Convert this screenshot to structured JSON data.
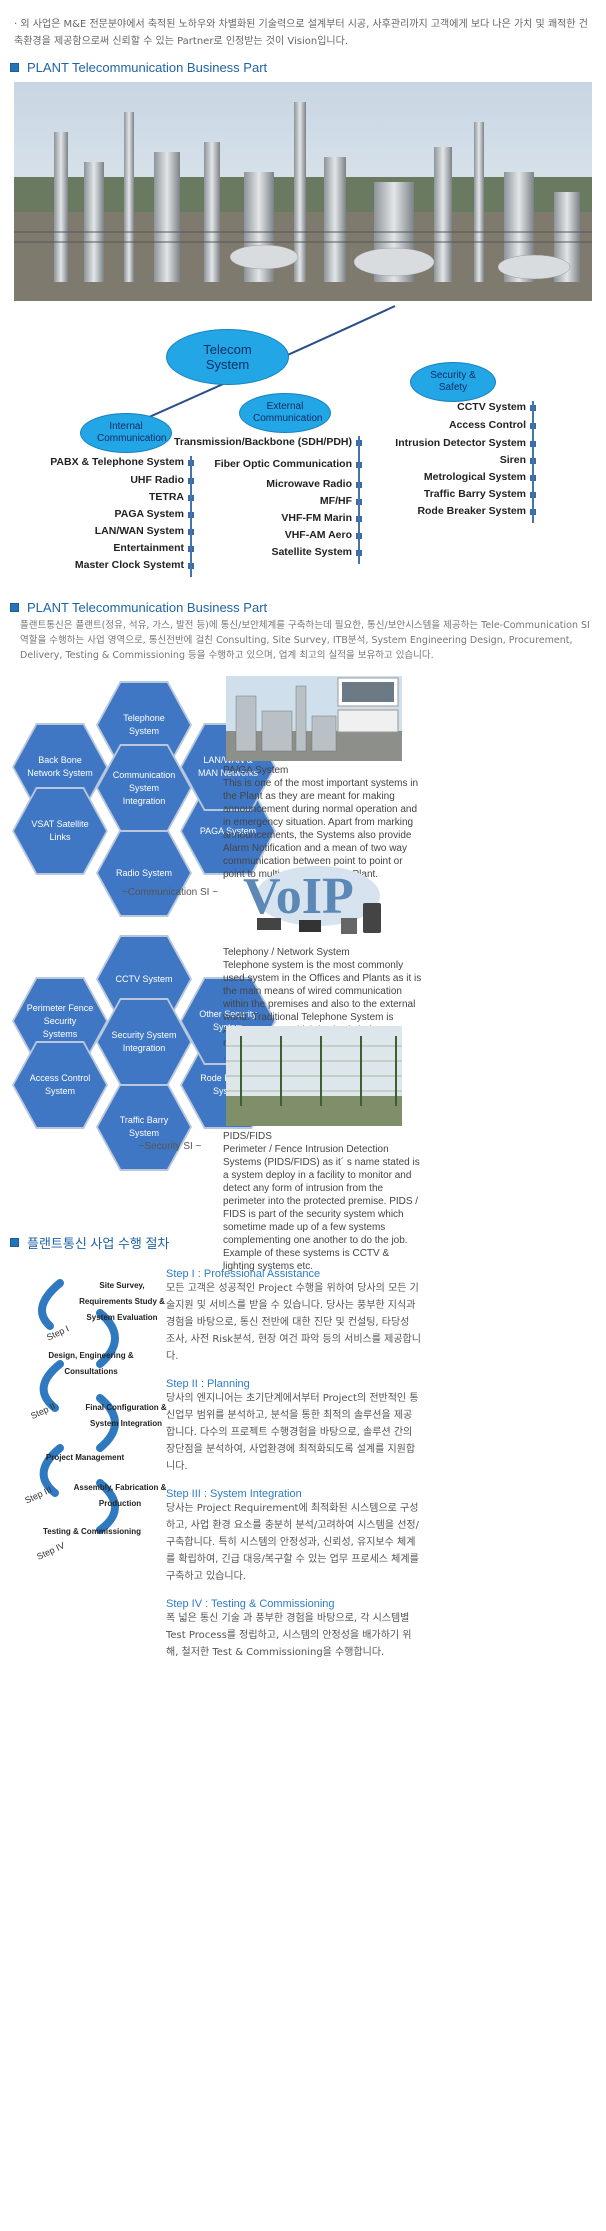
{
  "intro": {
    "text": "· 외 사업은 M&E 전문분야에서 축적된 노하우와 차별화된 기술력으로 설계부터 시공, 사후관리까지 고객에게 보다 나은 가치 및 쾌적한 건축환경을 제공함으로써 신뢰할 수 있는 Partner로 인정받는 것이 Vision입니다."
  },
  "section1": {
    "title": "PLANT Telecommunication Business Part"
  },
  "diagram": {
    "center": "Telecom System",
    "internal": {
      "title": "Internal Communication",
      "items": [
        "PABX & Telephone System",
        "UHF Radio",
        "TETRA",
        "PAGA System",
        "LAN/WAN System",
        "Entertainment",
        "Master Clock Systemt"
      ]
    },
    "external": {
      "title": "External Communication",
      "items": [
        "Transmission/Backbone (SDH/PDH)",
        "Fiber Optic Communication",
        "Microwave Radio",
        "MF/HF",
        "VHF-FM Marin",
        "VHF-AM Aero",
        "Satellite System"
      ]
    },
    "security": {
      "title": "Security & Safety",
      "items": [
        "CCTV System",
        "Access Control",
        "Intrusion Detector System",
        "Siren",
        "Metrological System",
        "Traffic Barry System",
        "Rode Breaker System"
      ]
    }
  },
  "section2": {
    "title": "PLANT Telecommunication Business Part",
    "body": "플랜트통신은 플랜트(정유, 석유, 가스, 발전 등)에 통신/보안체계를 구축하는데 필요한, 통신/보안시스템을 제공하는 Tele-Communication SI 역할을 수행하는 사업 영역으로, 통신전반에 걸친 Consulting, Site Survey, ITB분석, System Engineering Design, Procurement, Delivery, Testing & Commissioning 등을 수행하고 있으며, 업계 최고의 실적을 보유하고 있습니다."
  },
  "commSI": {
    "label": "~Communication SI ~",
    "center": "Communication System Integration",
    "hexes": [
      "Telephone System",
      "LAN/WAN & MAN Networks",
      "PAGA System",
      "Radio System",
      "VSAT Satellite Links",
      "Back Bone Network System"
    ]
  },
  "securitySI": {
    "label": "~Security SI ~",
    "center": "Security System Integration",
    "hexes": [
      "CCTV System",
      "Perimeter Fence Security Systems",
      "Access Control System",
      "Traffic Barry System",
      "Rode Breaker System",
      "Other Security System"
    ]
  },
  "paga": {
    "title": "PA/GA System",
    "text": "This is one of the most important systems in the Plant as they are meant for making announcement during normal operation and in emergency situation. Apart from marking announcements, the Systems also provide Alarm Notification and a mean of two way communication between point to point or point to multi-point within the Plant."
  },
  "telephony": {
    "logo": "VoIP",
    "title": "Telephony / Network System",
    "text": "Telephone system is the most commonly used system in the Offices and Plants as it is the main means of wired communication within the premises and also to the external world. Traditional Telephone System is Analogue type which is slowly being replaced by the IP version.",
    "tail": "."
  },
  "pids": {
    "title": "PIDS/FIDS",
    "text": "Perimeter / Fence Intrusion Detection Systems (PIDS/FIDS) as it´ s name stated is a system deploy in a facility to monitor and detect any form of intrusion from the perimeter into the protected premise. PIDS / FIDS is part of the security system which sometime made up of a few systems complementing one another to do the job. Example of these systems is CCTV & lighting systems etc."
  },
  "section3": {
    "title": "플랜트통신 사업 수행 절차"
  },
  "process": {
    "labels": [
      "Site Survey, Requirements Study & System Evaluation",
      "Design, Engineering & Consultations",
      "Final Configuration & System Integration",
      "Project Management",
      "Assembly, Fabrication & Production",
      "Testing & Commissioning"
    ],
    "tags": [
      "Step I",
      "Step II",
      "Step III",
      "Step IV"
    ]
  },
  "steps": [
    {
      "head": "Step I  :  Professional Assistance",
      "body": "모든 고객은 성공적인 Project 수행을 위하여 당사의 모든 기술지원 및 서비스를 받을 수 있습니다. 당사는 풍부한 지식과 경험을 바탕으로, 통신 전반에 대한 진단 및 컨설팅, 타당성 조사, 사전 Risk분석, 현장 여건 파악 등의 서비스를 제공합니다."
    },
    {
      "head": "Step II  :  Planning",
      "body": "당사의 엔지니어는 초기단계에서부터 Project의 전반적인 통신업무 범위를 분석하고, 분석을 통한 최적의 솔루션을 제공합니다. 다수의 프로젝트 수행경험을 바탕으로, 솔루션 간의 장단점을 분석하여, 사업환경에 최적화되도록 설계를 지원합니다."
    },
    {
      "head": "Step III  :  System Integration",
      "body": "당사는 Project Requirement에 최적화된 시스템으로 구성하고, 사업 환경 요소를 충분히 분석/고려하여 시스템을 선정/구축합니다. 특히 시스템의 안정성과, 신뢰성, 유지보수 체계를 확립하여, 긴급 대응/복구할 수 있는 업무 프로세스 체계를 구축하고 있습니다."
    },
    {
      "head": "Step IV  :  Testing & Commissioning",
      "body": "폭 넓은 통신 기술 과 풍부한 경험을 바탕으로, 각 시스템별 Test Process를 정립하고, 시스템의 안정성을 배가하기 위해, 철저한 Test & Commissioning을 수행합니다."
    }
  ],
  "colors": {
    "accent": "#1f63a6",
    "hex": "#3f77c5",
    "ellipse": "#1ea3e8",
    "stepHead": "#2d7dc5"
  }
}
